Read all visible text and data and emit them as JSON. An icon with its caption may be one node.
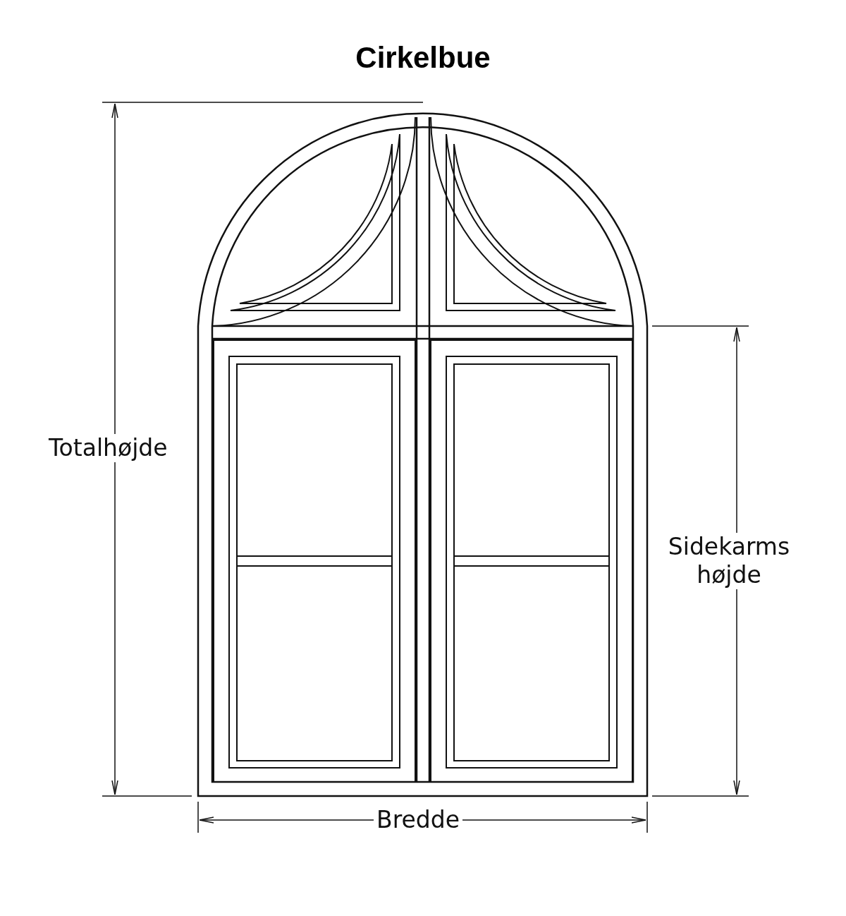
{
  "diagram": {
    "title": "Cirkelbue",
    "labels": [
      "Totalhøjde",
      "Sidekarms højde",
      "Bredde"
    ]
  }
}
